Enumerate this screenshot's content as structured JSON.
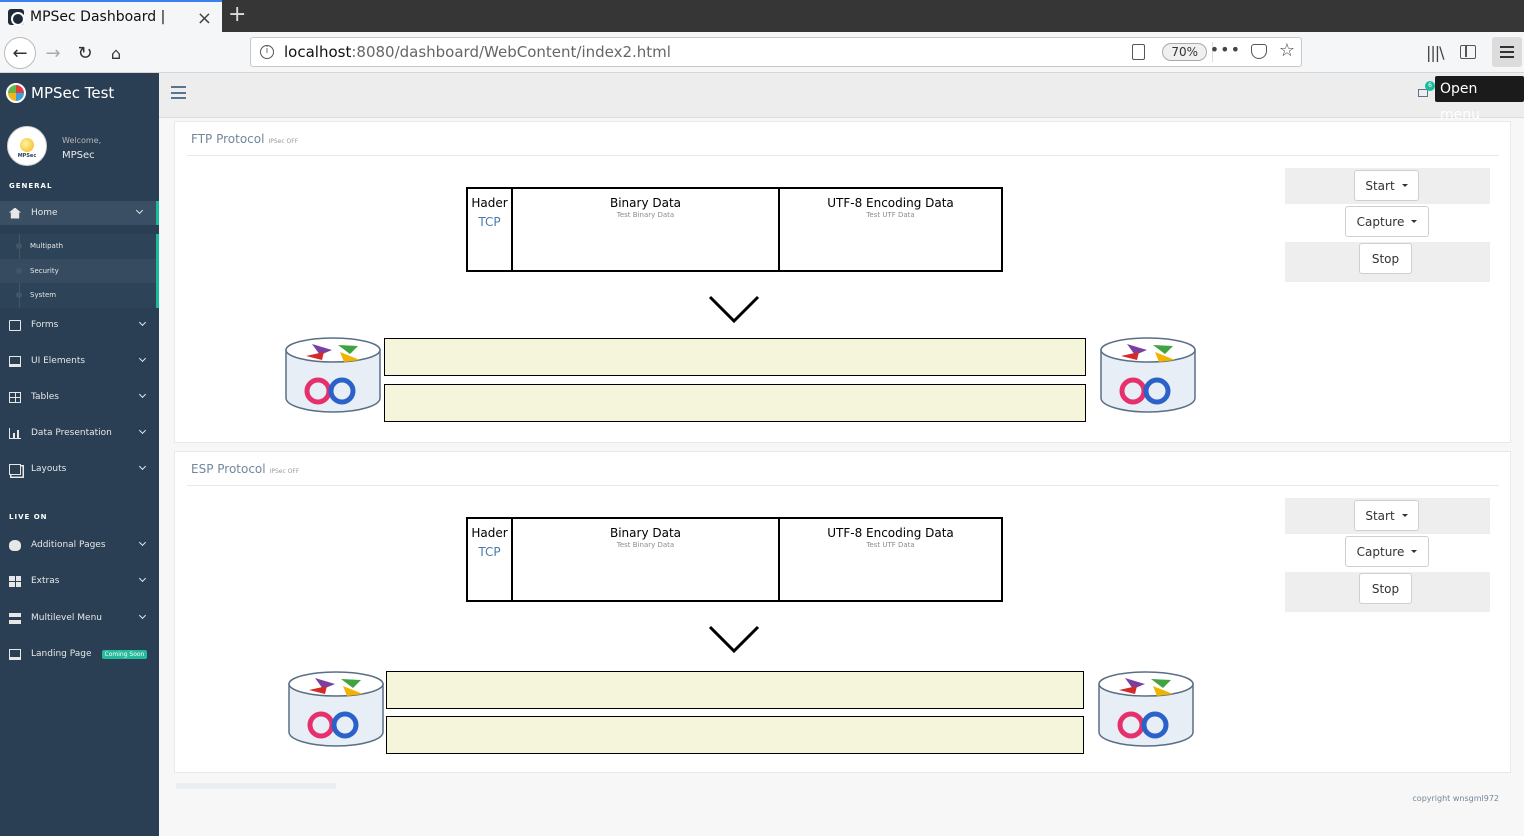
{
  "browser": {
    "tab_title": "MPSec Dashboard |",
    "tab_close": "×",
    "new_tab": "+",
    "url_host": "localhost",
    "url_path": ":8080/dashboard/WebContent/index2.html",
    "zoom": "70%",
    "more_dots": "•••",
    "bookmark_star": "☆",
    "library_icon": "|||\\",
    "menu_tooltip": "Open menu"
  },
  "sidebar": {
    "brand": "MPSec Test",
    "profile_tag": "MPSec",
    "welcome": "Welcome,",
    "username": "MPSec",
    "section_general": "GENERAL",
    "section_live": "LIVE ON",
    "items": [
      {
        "label": "Home",
        "icon": "home-icon"
      },
      {
        "label": "Forms",
        "icon": "edit-icon"
      },
      {
        "label": "UI Elements",
        "icon": "desktop-icon"
      },
      {
        "label": "Tables",
        "icon": "table-icon"
      },
      {
        "label": "Data Presentation",
        "icon": "bar-chart-icon"
      },
      {
        "label": "Layouts",
        "icon": "clone-icon"
      },
      {
        "label": "Additional Pages",
        "icon": "bug-icon"
      },
      {
        "label": "Extras",
        "icon": "windows-icon"
      },
      {
        "label": "Multilevel Menu",
        "icon": "sitemap-icon"
      },
      {
        "label": "Landing Page",
        "icon": "laptop-icon",
        "badge": "Coming Soon"
      }
    ],
    "home_sub": [
      "Multipath",
      "Security",
      "System"
    ]
  },
  "topnav": {
    "mail_count": "6"
  },
  "panels": [
    {
      "title": "FTP Protocol",
      "status": "IPSec OFF",
      "header_col": {
        "title": "Hader",
        "proto": "TCP"
      },
      "binary_col": {
        "title": "Binary Data",
        "sub": "Test Binary Data"
      },
      "utf_col": {
        "title": "UTF-8 Encoding Data",
        "sub": "Test UTF Data"
      },
      "buttons": {
        "start": "Start",
        "capture": "Capture",
        "stop": "Stop"
      }
    },
    {
      "title": "ESP Protocol",
      "status": "IPSec OFF",
      "header_col": {
        "title": "Hader",
        "proto": "TCP"
      },
      "binary_col": {
        "title": "Binary Data",
        "sub": "Test Binary Data"
      },
      "utf_col": {
        "title": "UTF-8 Encoding Data",
        "sub": "Test UTF Data"
      },
      "buttons": {
        "start": "Start",
        "capture": "Capture",
        "stop": "Stop"
      }
    }
  ],
  "footer": {
    "copyright": "copyright wnsgml972"
  },
  "colors": {
    "sidebar_bg": "#2a3f54",
    "accent": "#1abb9c",
    "packet_fill": "#f5f5dc"
  }
}
